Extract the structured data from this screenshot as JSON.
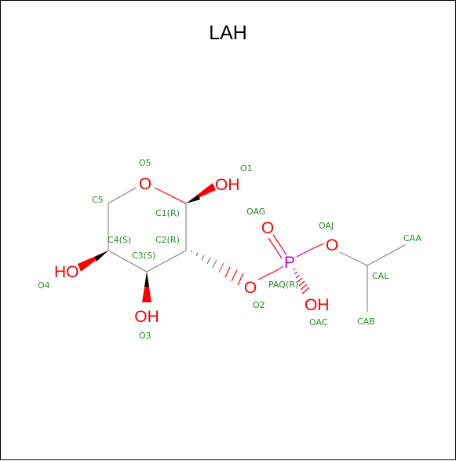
{
  "title": "LAH",
  "colors": {
    "bond": "#888888",
    "oxygen": "#ff0000",
    "phosphorus": "#cc00cc",
    "atom_label": "#2a8a2a",
    "wedge": "#ff0000"
  },
  "element_symbols": {
    "ring_O": "O",
    "O1_OH": "OH",
    "O3_OH": "OH",
    "O4_HO": "HO",
    "O2": "O",
    "P": "P",
    "OAG": "O",
    "OAJ": "O",
    "OAC_OH": "OH"
  },
  "atom_labels": {
    "O5": "O5",
    "O1": "O1",
    "C5": "C5",
    "C1": "C1(R)",
    "C4": "C4(S)",
    "C2": "C2(R)",
    "C3": "C3(S)",
    "O4": "O4",
    "O3": "O3",
    "O2": "O2",
    "OAG": "OAG",
    "OAJ": "OAJ",
    "PAQ": "PAQ(R)",
    "OAC": "OAC",
    "CAA": "CAA",
    "CAL": "CAL",
    "CAB": "CAB"
  }
}
